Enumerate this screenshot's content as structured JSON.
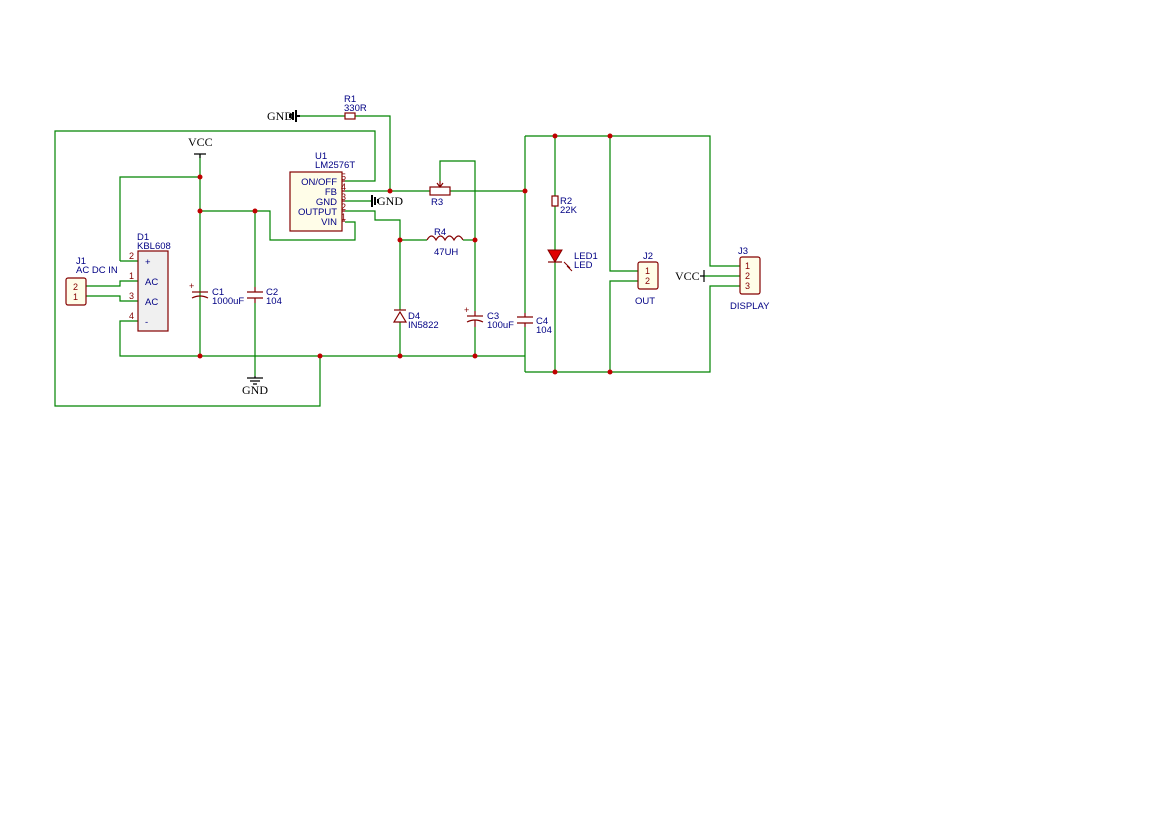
{
  "net_labels": {
    "gnd_top": "GND",
    "gnd_u1": "GND",
    "gnd_bottom": "GND",
    "vcc_left": "VCC",
    "vcc_j3": "VCC"
  },
  "components": {
    "J1": {
      "ref": "J1",
      "value": "AC DC IN",
      "pins": [
        "2",
        "1"
      ]
    },
    "D1": {
      "ref": "D1",
      "value": "KBL608",
      "pin_names": [
        "+",
        "AC",
        "AC",
        "-"
      ],
      "pin_numbers": [
        "2",
        "1",
        "3",
        "4"
      ]
    },
    "C1": {
      "ref": "C1",
      "value": "1000uF",
      "polarity": "+"
    },
    "C2": {
      "ref": "C2",
      "value": "104"
    },
    "U1": {
      "ref": "U1",
      "value": "LM2576T",
      "pin_names": [
        "ON/OFF",
        "FB",
        "GND",
        "OUTPUT",
        "VIN"
      ],
      "pin_numbers": [
        "5",
        "4",
        "3",
        "2",
        "1"
      ]
    },
    "R1": {
      "ref": "R1",
      "value": "330R"
    },
    "R3": {
      "ref": "R3"
    },
    "R4": {
      "ref": "R4",
      "value": "47UH"
    },
    "D4": {
      "ref": "D4",
      "value": "IN5822"
    },
    "C3": {
      "ref": "C3",
      "value": "100uF",
      "polarity": "+"
    },
    "C4": {
      "ref": "C4",
      "value": "104"
    },
    "R2": {
      "ref": "R2",
      "value": "22K"
    },
    "LED1": {
      "ref": "LED1",
      "value": "LED"
    },
    "J2": {
      "ref": "J2",
      "value": "OUT",
      "pins": [
        "1",
        "2"
      ]
    },
    "J3": {
      "ref": "J3",
      "value": "DISPLAY",
      "pins": [
        "1",
        "2",
        "3"
      ]
    }
  },
  "colors": {
    "wire": "#008400",
    "component": "#840000",
    "text": "#000084",
    "junction": "#c00000",
    "body_fill": "#fffde8"
  }
}
